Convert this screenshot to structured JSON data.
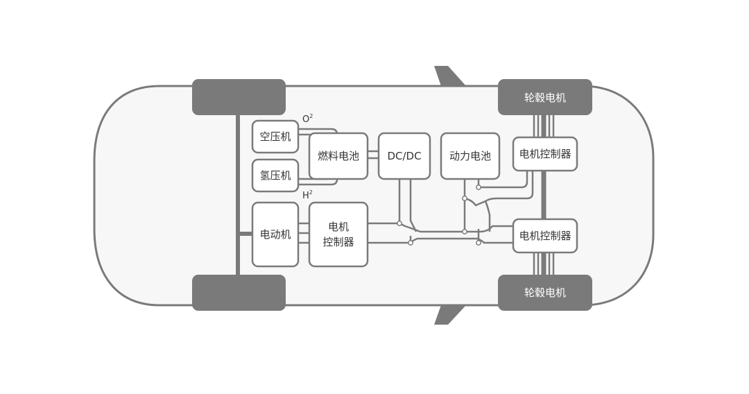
{
  "colors": {
    "body_fill": "#f7f7f7",
    "outline": "#7a7a7a",
    "wheel_fill": "#7a7a7a",
    "box_fill": "#ffffff",
    "text": "#333333",
    "wheel_text": "#ffffff"
  },
  "labels": {
    "air_compressor": "空压机",
    "hydrogen_compressor": "氢压机",
    "fuel_cell": "燃料电池",
    "dcdc": "DC/DC",
    "power_battery": "动力电池",
    "motor": "电动机",
    "motor_controller_left_line1": "电机",
    "motor_controller_left_line2": "控制器",
    "motor_controller_top_right": "电机控制器",
    "motor_controller_bottom_right": "电机控制器",
    "hub_motor_top": "轮毂电机",
    "hub_motor_bottom": "轮毂电机",
    "oxygen_base": "O",
    "oxygen_sup": "2",
    "hydrogen_base": "H",
    "hydrogen_sup": "2"
  }
}
